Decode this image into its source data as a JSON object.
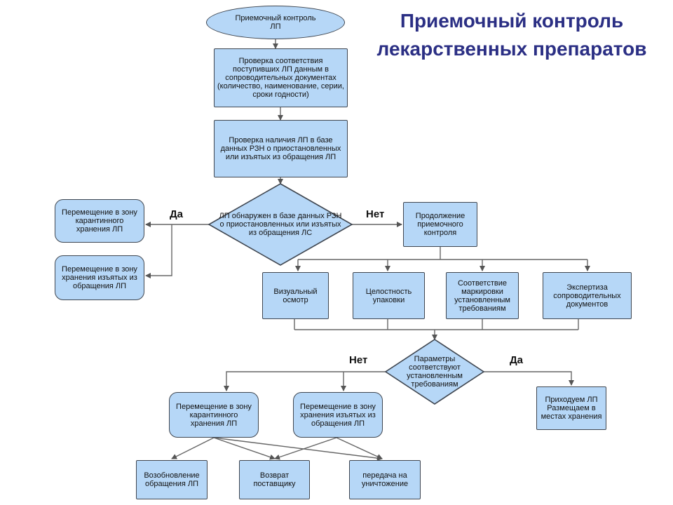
{
  "title": {
    "line1": "Приемочный контроль",
    "line2": "лекарственных препаратов"
  },
  "nodes": {
    "start": "Приемочный контроль\nЛП",
    "check_docs": "Проверка соответствия поступивших ЛП данным в сопроводительных документах (количество, наименование, серии, сроки годности)",
    "check_db": "Проверка наличия ЛП в базе данных РЗН о приостановленных или изъятых из обращения ЛП",
    "decision_db": "ЛП обнаружен в базе данных РЗН о приостановленных или изъятых из обращения ЛС",
    "move_quarantine_1": "Перемещение в зону карантинного хранения ЛП",
    "move_withdrawn_1": "Перемещение в зону хранения изъятых из обращения ЛП",
    "continue_control": "Продолжение приемочного контроля",
    "visual": "Визуальный осмотр",
    "integrity": "Целостность упаковки",
    "marking": "Соответствие маркировки установленным требованиям",
    "expertise": "Экспертиза сопроводительных документов",
    "decision_params": "Параметры соответствуют установленным требованиям",
    "accept": "Приходуем ЛП\nРазмещаем в местах хранения",
    "move_quarantine_2": "Перемещение в зону карантинного хранения ЛП",
    "move_withdrawn_2": "Перемещение в зону хранения изъятых из обращения ЛП",
    "resume": "Возобновление обращения ЛП",
    "return": "Возврат поставщику",
    "destroy": "передача на уничтожение"
  },
  "labels": {
    "yes_1": "Да",
    "no_1": "Нет",
    "no_2": "Нет",
    "yes_2": "Да"
  },
  "colors": {
    "box_fill": "#b6d7f7",
    "border": "#3f4650",
    "title": "#2b2f84"
  }
}
